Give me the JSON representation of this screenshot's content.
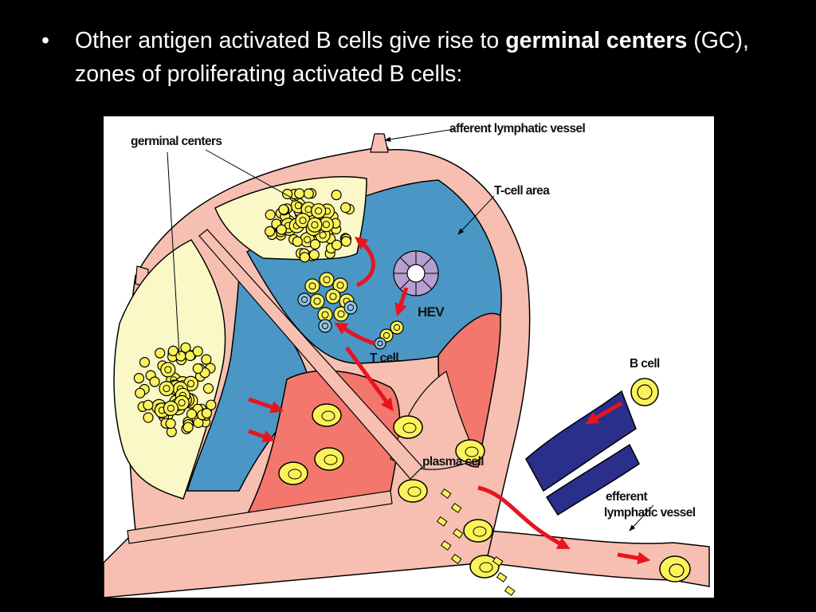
{
  "slide": {
    "bullet_symbol": "•",
    "bullet": {
      "part1": "Other antigen activated B cells give rise to ",
      "bold1": "germinal centers",
      "part2": " (GC), zones of proliferating activated B cells:"
    }
  },
  "diagram": {
    "labels": {
      "germinal_centers": "germinal centers",
      "afferent_lymphatic_vessel": "afferent lymphatic vessel",
      "t_cell_area": "T-cell area",
      "hev": "HEV",
      "t_cell": "T cell",
      "b_cell": "B cell",
      "plasma_cell": "plasma cell",
      "efferent_line1": "efferent",
      "efferent_line2": "lymphatic vessel"
    },
    "colors": {
      "capsule": "#f7bfb1",
      "follicle": "#fbf8c8",
      "t_cell_area": "#4a97c6",
      "medulla": "#f3776d",
      "cell_yellow": "#fcf35a",
      "arrow_red": "#e8141e",
      "vessel_blue": "#2a2f8c",
      "hev_purple": "#b59fd0"
    }
  }
}
